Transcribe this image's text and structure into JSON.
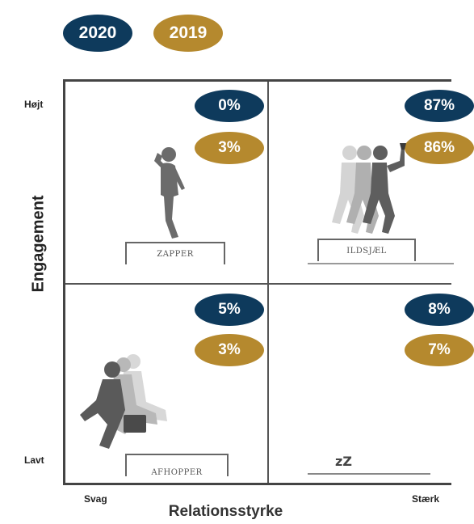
{
  "legend": [
    {
      "label": "2020",
      "color": "#0e3a5c"
    },
    {
      "label": "2019",
      "color": "#b5892e"
    }
  ],
  "axes": {
    "y_label": "Engagement",
    "y_high": "Højt",
    "y_low": "Lavt",
    "x_label": "Relationsstyrke",
    "x_low": "Svag",
    "x_high": "Stærk"
  },
  "quadrants": {
    "top_left": {
      "platform": "ZAPPER",
      "v2020": "0%",
      "v2019": "3%",
      "figure_icon": "thinking-person-icon"
    },
    "top_right": {
      "platform": "ILDSJÆL",
      "v2020": "87%",
      "v2019": "86%",
      "figure_icon": "torch-runner-icon"
    },
    "bottom_left": {
      "platform": "AFHOPPER",
      "v2020": "5%",
      "v2019": "3%",
      "figure_icon": "falling-person-icon"
    },
    "bottom_right": {
      "v2020": "8%",
      "v2019": "7%",
      "figure_icon": "sleeping-zzz-icon",
      "zzz_text": "zZ"
    }
  }
}
